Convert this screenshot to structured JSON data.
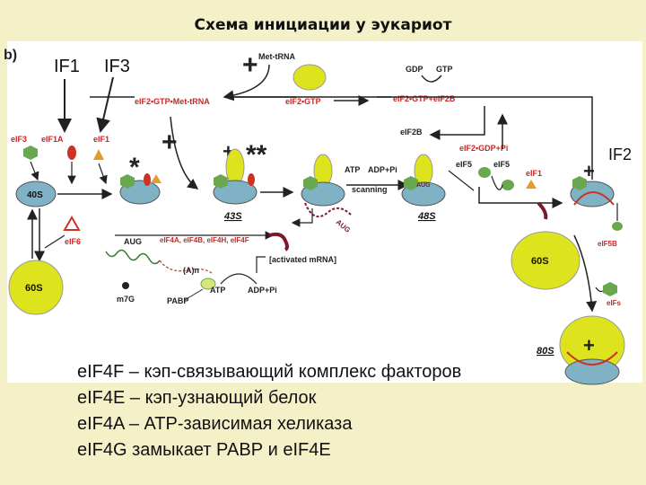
{
  "title": "Схема инициации у эукариот",
  "labels": {
    "panel_mark": "b)",
    "if1": "IF1",
    "if3": "IF3",
    "if2": "IF2",
    "met_trna": "Met-tRNA",
    "gdp": "GDP",
    "gtp": "GTP",
    "eif2_gtp_met": "eIF2•GTP•Met-tRNA",
    "eif2_gtp": "eIF2•GTP",
    "eif2_gtp_eif2b": "eIF2•GTP+eIF2B",
    "eif2b": "eIF2B",
    "eif2_gdp_pi": "eIF2•GDP+Pi",
    "eif3": "eIF3",
    "eif1a": "eIF1A",
    "eif1": "eIF1",
    "eif1_right": "eIF1",
    "eif5": "eIF5",
    "eif5_b": "eIF5",
    "s40": "40S",
    "s43": "43S",
    "s48": "48S",
    "s60": "60S",
    "s60_right": "60S",
    "s80": "80S",
    "eif6": "eIF6",
    "atp": "ATP",
    "adp_pi": "ADP+Pi",
    "scanning": "scanning",
    "aug": "AUG",
    "aug_b": "AUG",
    "aug_c": "AUG",
    "eif4_list": "eIF4A, eIF4B, eIF4H, eIF4F",
    "activated_mrna": "[activated mRNA]",
    "poly_a": "(A)n",
    "m7g": "m7G",
    "pabp": "PABP",
    "atp_b": "ATP",
    "adp_pi_b": "ADP+Pi",
    "eif5b": "eIF5B",
    "eifs": "eIFs",
    "star1": "*",
    "star2": "**",
    "plus": "+"
  },
  "legend": [
    "eIF4F – кэп-связывающий комплекс факторов",
    "eIF4E – кэп-узнающий белок",
    "eIF4A – АТР-зависимая хеликаза",
    "eIF4G замыкает РАВР и eIF4E"
  ],
  "colors": {
    "background": "#f4f1c9",
    "panel": "#ffffff",
    "ribosome_small": "#7fb2c4",
    "ribosome_large": "#dde31c",
    "factor_green": "#6aa84f",
    "factor_red": "#cc3322",
    "factor_orange": "#e69a2e",
    "mrna": "#7a1a2a",
    "label_red": "#c62828",
    "arrow": "#222222"
  }
}
